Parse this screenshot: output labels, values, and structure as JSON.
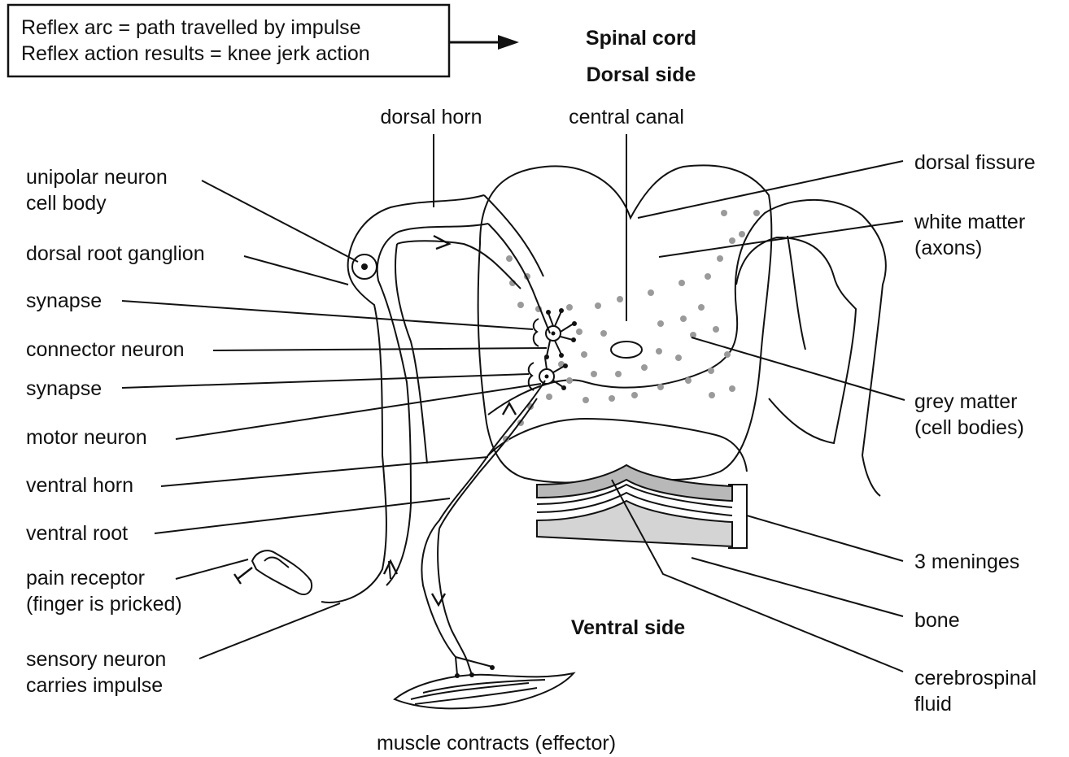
{
  "info_box": {
    "line1": "Reflex arc = path travelled by impulse",
    "line2": "Reflex action results = knee jerk action"
  },
  "title": {
    "main": "Spinal cord",
    "top_side": "Dorsal side",
    "bottom_side": "Ventral side"
  },
  "labels": {
    "dorsal_horn": "dorsal horn",
    "central_canal": "central canal",
    "unipolar_neuron_l1": "unipolar neuron",
    "unipolar_neuron_l2": "cell body",
    "dorsal_root_ganglion": "dorsal root ganglion",
    "synapse_1": "synapse",
    "connector_neuron": "connector neuron",
    "synapse_2": "synapse",
    "motor_neuron": "motor neuron",
    "ventral_horn": "ventral horn",
    "ventral_root": "ventral root",
    "pain_receptor_l1": "pain receptor",
    "pain_receptor_l2": "(finger is pricked)",
    "sensory_neuron_l1": "sensory neuron",
    "sensory_neuron_l2": "carries impulse",
    "muscle": "muscle contracts (effector)",
    "dorsal_fissure": "dorsal fissure",
    "white_matter_l1": "white matter",
    "white_matter_l2": "(axons)",
    "grey_matter_l1": "grey matter",
    "grey_matter_l2": "(cell bodies)",
    "meninges": "3 meninges",
    "bone": "bone",
    "csf_l1": "cerebrospinal",
    "csf_l2": "fluid"
  },
  "colors": {
    "line": "#111111",
    "grey_matter_dots": "#9a9a9a",
    "meninges_fill": "#b8b8b8",
    "bone_fill": "#d4d4d4"
  }
}
